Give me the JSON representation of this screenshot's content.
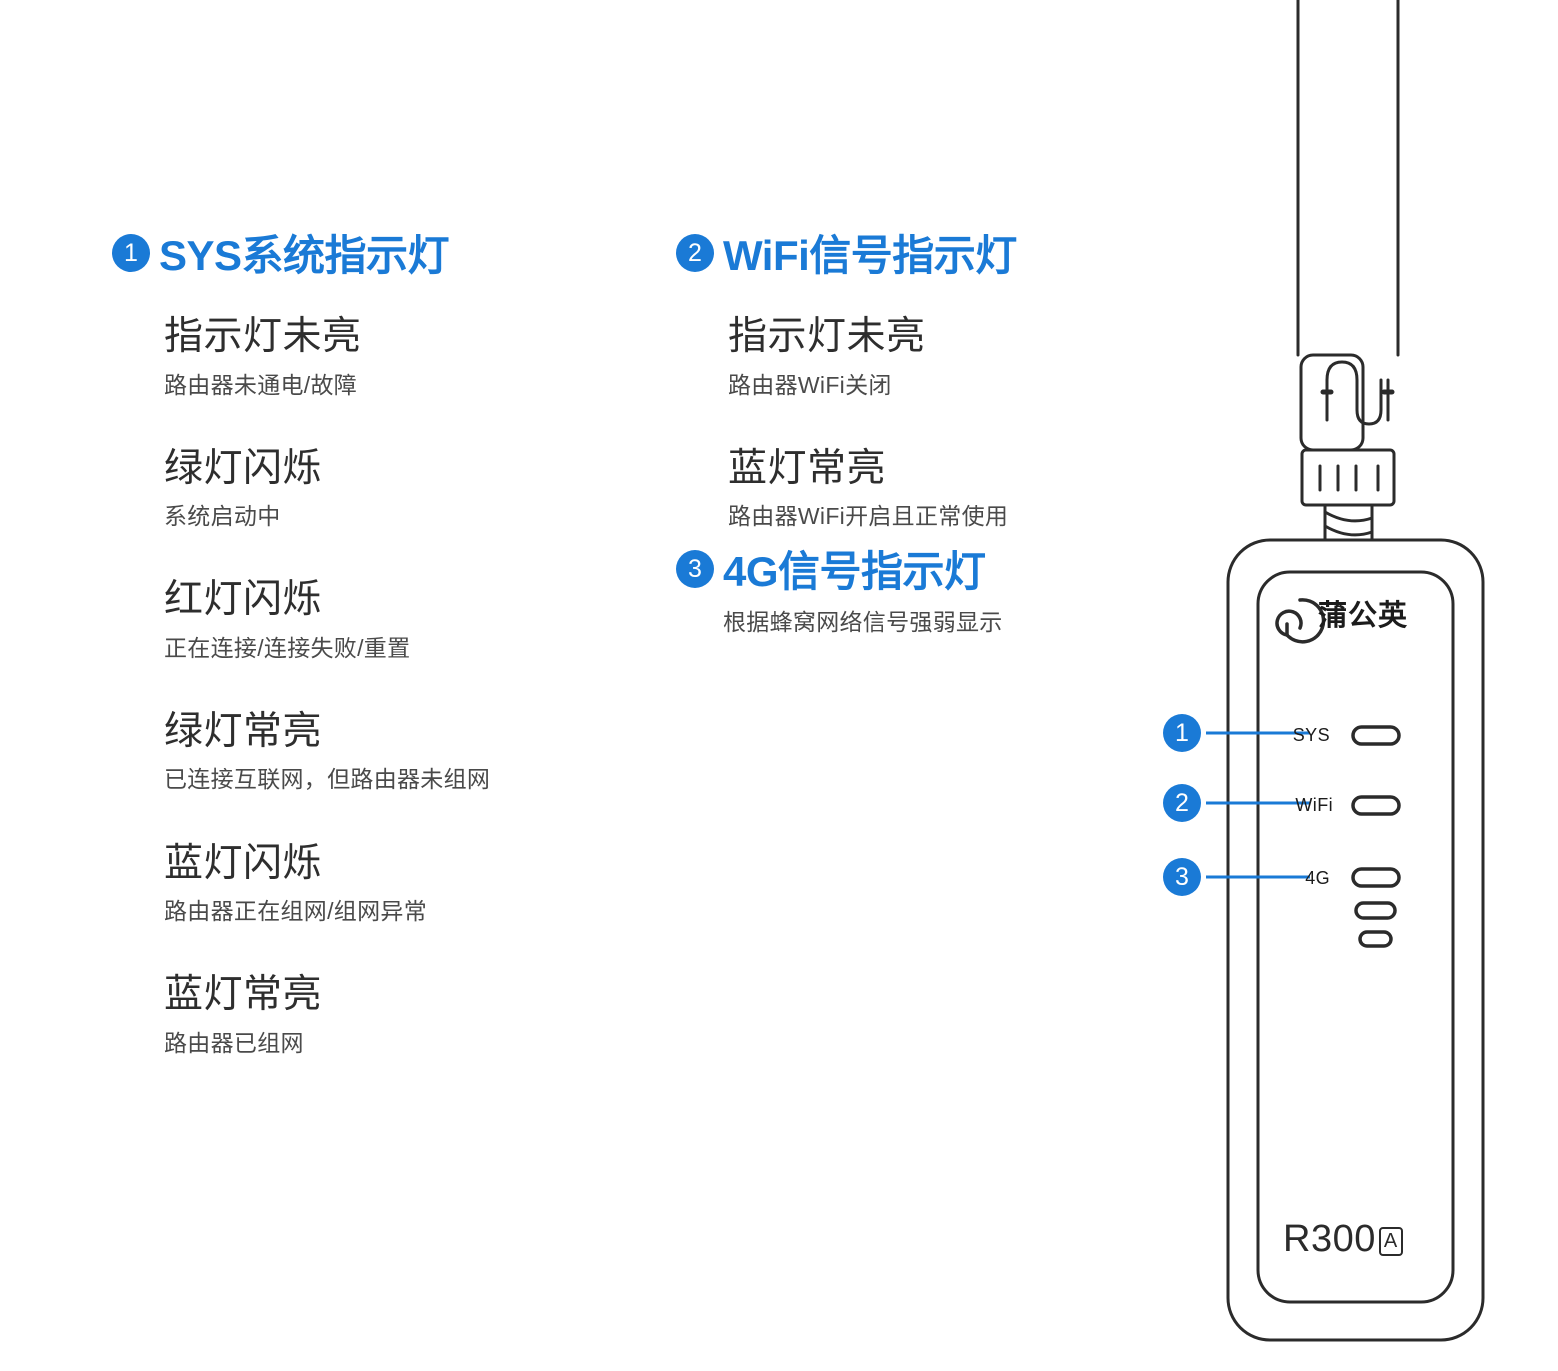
{
  "sections": [
    {
      "number": "1",
      "title": "SYS系统指示灯",
      "entries": [
        {
          "state": "指示灯未亮",
          "meaning": "路由器未通电/故障"
        },
        {
          "state": "绿灯闪烁",
          "meaning": "系统启动中"
        },
        {
          "state": "红灯闪烁",
          "meaning": "正在连接/连接失败/重置"
        },
        {
          "state": "绿灯常亮",
          "meaning": "已连接互联网，但路由器未组网"
        },
        {
          "state": "蓝灯闪烁",
          "meaning": "路由器正在组网/组网异常"
        },
        {
          "state": "蓝灯常亮",
          "meaning": "路由器已组网"
        }
      ]
    },
    {
      "number": "2",
      "title": "WiFi信号指示灯",
      "entries": [
        {
          "state": "指示灯未亮",
          "meaning": "路由器WiFi关闭"
        },
        {
          "state": "蓝灯常亮",
          "meaning": "路由器WiFi开启且正常使用"
        }
      ]
    },
    {
      "number": "3",
      "title": "4G信号指示灯",
      "description": "根据蜂窝网络信号强弱显示",
      "entries": []
    }
  ],
  "device": {
    "brand_name": "蒲公英",
    "brand_icon": "dandelion-spiral-icon",
    "model": "R300",
    "model_suffix": "A",
    "antenna_icon": "antenna-icon",
    "callouts": [
      {
        "number": "1",
        "led_label": "SYS"
      },
      {
        "number": "2",
        "led_label": "WiFi"
      },
      {
        "number": "3",
        "led_label": "4G"
      }
    ],
    "signal_bars": 3
  },
  "colors": {
    "accent_blue": "#1a7ad6",
    "heading_blue": "#1a7ad6",
    "title_gray": "#2e2e2e",
    "desc_gray": "#4a4a4a",
    "outline": "#2b2b2b",
    "background": "#ffffff"
  }
}
